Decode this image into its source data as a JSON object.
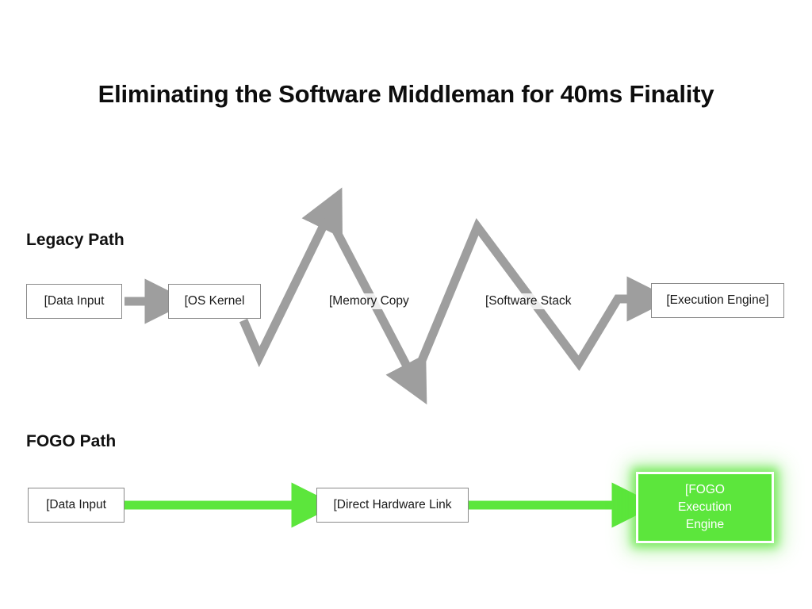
{
  "title": "Eliminating the Software Middleman for 40ms Finality",
  "colors": {
    "background": "#ffffff",
    "title_text": "#0d0d0d",
    "legacy_arrow": "#9e9e9e",
    "fogo_arrow": "#5ce63c",
    "fogo_highlight": "#5ce63c",
    "box_border": "#8a8a8a",
    "box_fill": "#ffffff",
    "box_text": "#1a1a1a",
    "fogo_box_text": "#ffffff"
  },
  "legacy": {
    "section_label": "Legacy Path",
    "nodes": [
      {
        "id": "data-input",
        "label": "[Data Input",
        "boxed": true
      },
      {
        "id": "os-kernel",
        "label": "[OS Kernel",
        "boxed": true
      },
      {
        "id": "memory-copy",
        "label": "[Memory Copy",
        "boxed": false
      },
      {
        "id": "software-stack",
        "label": "[Software Stack",
        "boxed": false
      },
      {
        "id": "execution-engine",
        "label": "[Execution Engine]",
        "boxed": true
      }
    ],
    "connector_style": "zigzag-gray-arrows"
  },
  "fogo": {
    "section_label": "FOGO Path",
    "nodes": [
      {
        "id": "data-input",
        "label": "[Data Input",
        "boxed": true
      },
      {
        "id": "direct-hardware-link",
        "label": "[Direct Hardware Link",
        "boxed": true
      },
      {
        "id": "fogo-execution-engine",
        "label_lines": [
          "[FOGO",
          "Execution",
          "Engine"
        ],
        "highlighted": true
      }
    ],
    "connector_style": "straight-green-arrows"
  },
  "fogo_exec_lines": {
    "line1": "[FOGO",
    "line2": "Execution",
    "line3": "Engine"
  }
}
